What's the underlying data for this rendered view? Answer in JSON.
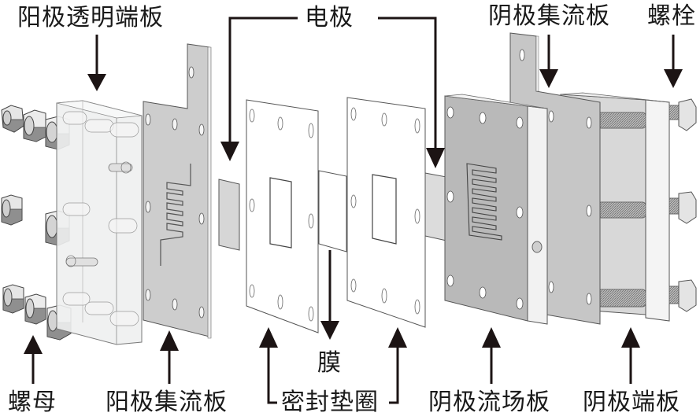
{
  "diagram": {
    "title": "Exploded view of electrochemical cell assembly",
    "labels": {
      "anode_transparent_end_plate": "阳极透明端板",
      "electrode": "电极",
      "cathode_current_collector": "阴极集流板",
      "bolt": "螺栓",
      "nut": "螺母",
      "anode_current_collector": "阳极集流板",
      "membrane": "膜",
      "gasket": "密封垫圈",
      "cathode_flow_field_plate": "阴极流场板",
      "cathode_end_plate": "阴极端板"
    },
    "colors": {
      "arrow": "#1c1414",
      "outline": "#3a3a3a",
      "metal_plate": "#c8c8c8",
      "flow_plate": "#b9b9b9",
      "plate_edge": "#f2f2f2",
      "gasket": "#ffffff",
      "transparent_plate": "#eef0f0",
      "electrode": "#d6d6d6"
    }
  }
}
